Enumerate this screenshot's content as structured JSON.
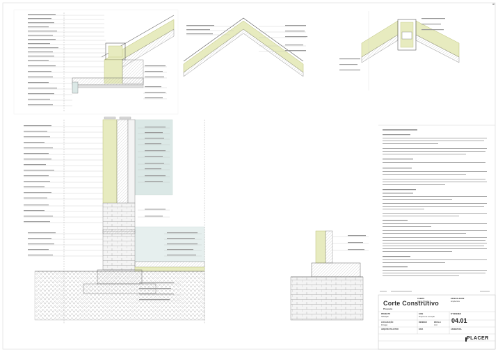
{
  "sheet": {
    "page_number": "08"
  },
  "title_block": {
    "title": "Corte Construtivo",
    "subtitle": "Proposta",
    "sheet_code": "04.01",
    "logo": "PLACER",
    "fields": [
      {
        "label": "CLIENTE",
        "value": "Cliente Privado"
      },
      {
        "label": "PROJECTO",
        "value": "Habitação"
      },
      {
        "label": "LOCALIZAÇÃO",
        "value": "Portugal"
      },
      {
        "label": "ARQUITECTO AUTOR",
        "value": ""
      },
      {
        "label": "FASE",
        "value": "Projecto de execução"
      },
      {
        "label": "ESCALA",
        "value": "1:10"
      },
      {
        "label": "DESENHO",
        "value": ""
      },
      {
        "label": "DATA",
        "value": ""
      },
      {
        "label": "ESPECIALIDADE",
        "value": "Arquitectura"
      },
      {
        "label": "Nº DESENHO",
        "value": ""
      },
      {
        "label": "ASSINATURA",
        "value": ""
      }
    ]
  },
  "notes_panel": {
    "sections": [
      {
        "heading": "ACABAMENTOS INTERIORES"
      },
      {
        "heading": "PAREDES EXTERIORES"
      },
      {
        "heading": "PAVIMENTOS INTERIORES"
      },
      {
        "heading": "TECTOS INTERIORES"
      },
      {
        "heading": "PAREDES INTERIORES"
      },
      {
        "heading": "COBERTURAS"
      },
      {
        "heading": "TECTOS EXTERIORES"
      },
      {
        "heading": "FUNDAÇÕES"
      }
    ]
  },
  "colors": {
    "insulation": "#e7ebbf",
    "insulation_stroke": "#c9cf86",
    "glass": "#dbe8e6",
    "concrete_hatch": "#cfcfcf",
    "ink": "#555555",
    "title_block_bg": "#f2f2f2"
  },
  "icons": [
    "placer-logo-mark"
  ]
}
